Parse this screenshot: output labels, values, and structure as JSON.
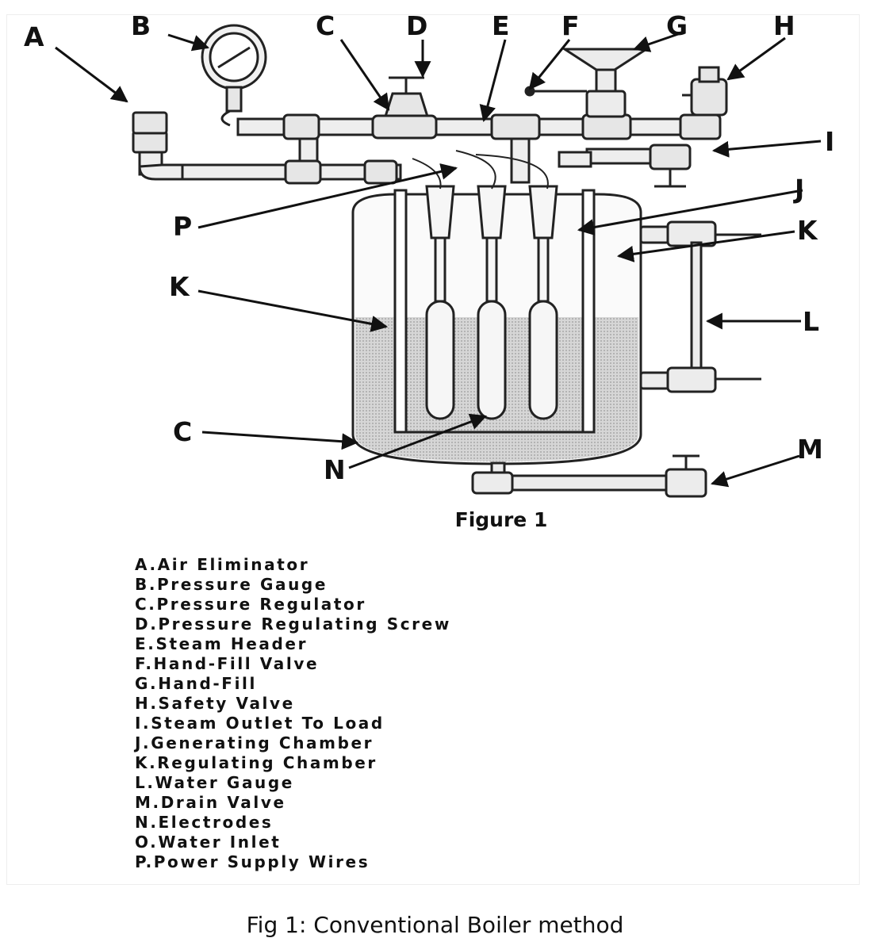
{
  "figure": {
    "title": "Figure 1",
    "callouts": [
      "A",
      "B",
      "C",
      "D",
      "E",
      "F",
      "G",
      "H",
      "I",
      "J",
      "K",
      "P",
      "K",
      "L",
      "C",
      "N",
      "M"
    ],
    "legend": [
      "A.Air Eliminator",
      "B.Pressure Gauge",
      "C.Pressure Regulator",
      "D.Pressure Regulating Screw",
      "E.Steam Header",
      "F.Hand-Fill Valve",
      "G.Hand-Fill",
      "H.Safety Valve",
      "I.Steam Outlet To Load",
      "J.Generating Chamber",
      "K.Regulating Chamber",
      "L.Water Gauge",
      "M.Drain Valve",
      "N.Electrodes",
      "O.Water Inlet",
      "P.Power Supply Wires"
    ]
  },
  "caption": "Fig 1: Conventional Boiler method"
}
